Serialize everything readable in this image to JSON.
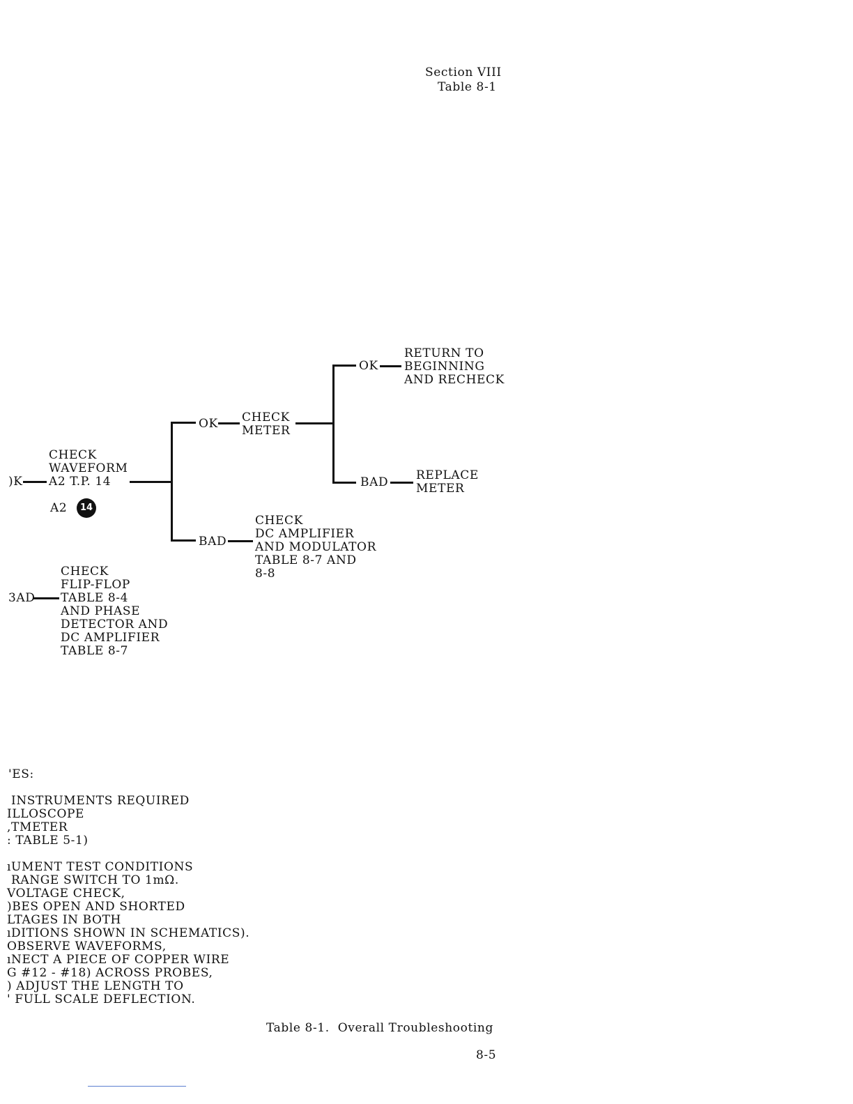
{
  "header": {
    "section": "Section VIII",
    "table_ref": "Table 8-1"
  },
  "flow": {
    "left_ok": ")K",
    "left_bad": "3AD",
    "check_waveform": "CHECK\nWAVEFORM\nA2 T.P. 14",
    "a2_label": "A2",
    "tp_badge": "14",
    "check_flipflop": "CHECK\nFLIP-FLOP\nTABLE 8-4\nAND PHASE\nDETECTOR AND\nDC AMPLIFIER\nTABLE 8-7",
    "ok_1": "OK",
    "bad_1": "BAD",
    "check_meter": "CHECK\nMETER",
    "check_dc_amp": "CHECK\nDC AMPLIFIER\nAND MODULATOR\nTABLE 8-7 AND\n8-8",
    "ok_2": "OK",
    "bad_2": "BAD",
    "return_to_beginning": "RETURN TO\nBEGINNING\nAND RECHECK",
    "replace_meter": "REPLACE\nMETER"
  },
  "notes": {
    "title": "'ES:",
    "block1": " INSTRUMENTS REQUIRED\nILLOSCOPE\n,TMETER\n: TABLE 5-1)",
    "block2": "ıUMENT TEST CONDITIONS\n RANGE SWITCH TO 1mΩ.\nVOLTAGE CHECK,\n)BES OPEN AND SHORTED\nLTAGES IN BOTH\nıDITIONS SHOWN IN SCHEMATICS).\nOBSERVE WAVEFORMS,\nıNECT A PIECE OF COPPER WIRE\nG #12 - #18) ACROSS PROBES,\n) ADJUST THE LENGTH TO\n' FULL SCALE DEFLECTION."
  },
  "caption": "Table 8-1.  Overall Troubleshooting",
  "page_number": "8-5"
}
